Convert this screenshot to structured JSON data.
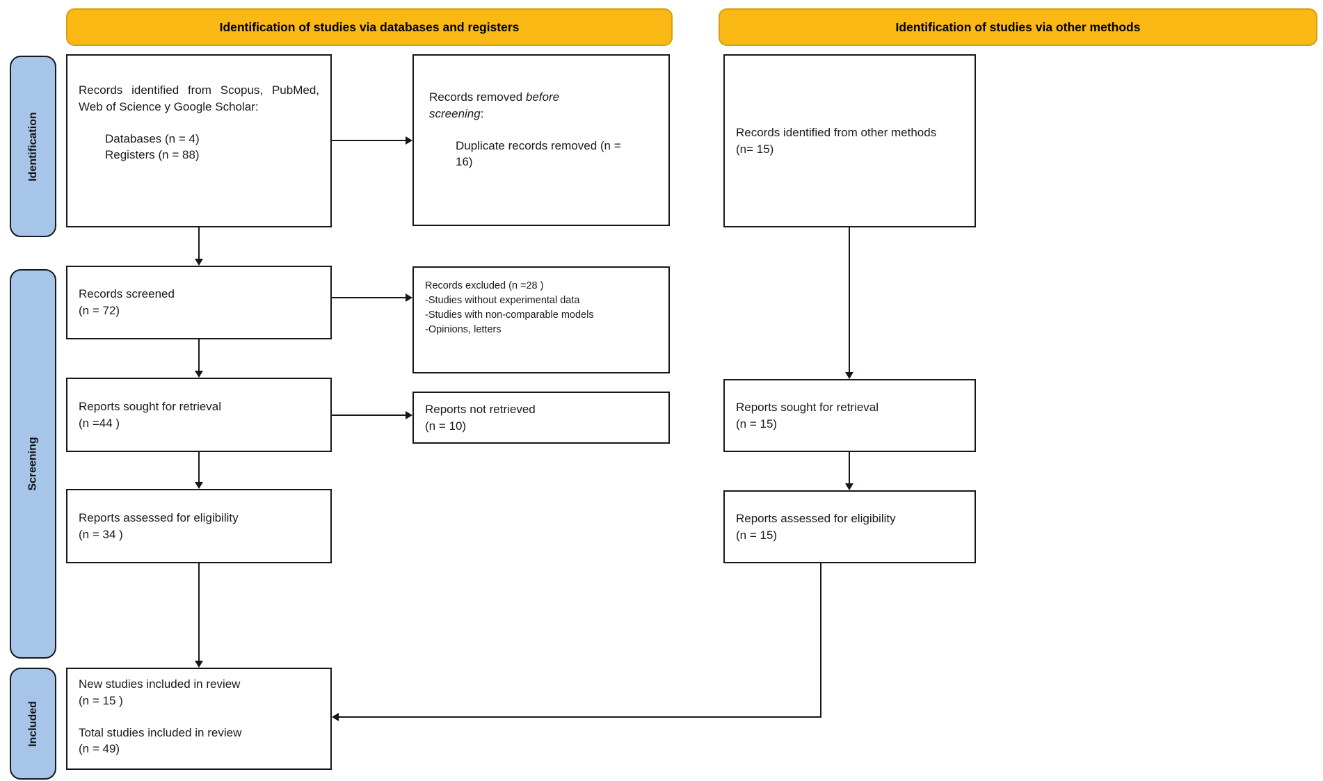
{
  "headers": {
    "left": "Identification of studies via databases and registers",
    "right": "Identification of studies via other methods"
  },
  "sidebar": {
    "identification": "Identification",
    "screening": "Screening",
    "included": "Included"
  },
  "colors": {
    "header_bg": "#F9B813",
    "sidebar_bg": "#A7C5E8",
    "box_border": "#15171c"
  },
  "boxes": {
    "records_identified": {
      "intro": "Records identified from Scopus, PubMed, Web of Science y Google Scholar:",
      "item1": "Databases (n = 4)",
      "item2": "Registers (n = 88)"
    },
    "records_removed": {
      "prefix": "Records removed ",
      "italic": "before screening",
      "suffix": ":",
      "item1": "Duplicate records removed  (n = 16)"
    },
    "records_other_methods": {
      "text": "Records identified from other methods (n= 15)"
    },
    "records_screened": {
      "line1": "Records screened",
      "line2": "(n = 72)"
    },
    "records_excluded": {
      "line1": "Records excluded (n =28 )",
      "line2": "-Studies without experimental data",
      "line3": "-Studies with non-comparable models",
      "line4": "-Opinions, letters"
    },
    "reports_sought_left": {
      "line1": "Reports sought for retrieval",
      "line2": "(n =44 )"
    },
    "reports_not_retrieved": {
      "line1": "Reports not retrieved",
      "line2": "(n = 10)"
    },
    "reports_sought_right": {
      "line1": "Reports sought for retrieval",
      "line2": "(n = 15)"
    },
    "reports_assessed_left": {
      "line1": "Reports assessed for eligibility",
      "line2": "(n = 34 )"
    },
    "reports_assessed_right": {
      "line1": "Reports assessed for eligibility",
      "line2": "(n = 15)"
    },
    "included": {
      "line1": "New studies included in review",
      "line2": "(n = 15 )",
      "line3": "Total studies included in review",
      "line4": "(n = 49)"
    }
  }
}
